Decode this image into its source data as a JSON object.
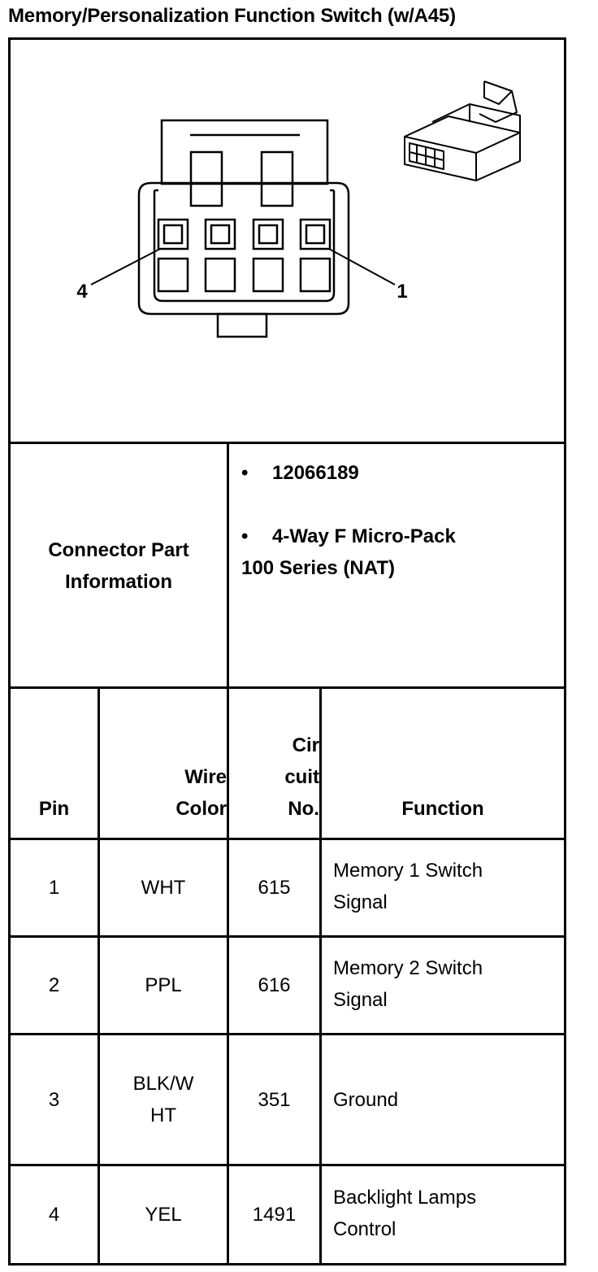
{
  "title": "Memory/Personalization Function Switch (w/A45)",
  "diagram": {
    "pin_label_left": "4",
    "pin_label_right": "1"
  },
  "part_info": {
    "label_line1": "Connector Part",
    "label_line2": "Information",
    "bullet": "•",
    "part_number": "12066189",
    "desc_line1": "4-Way F Micro-Pack",
    "desc_line2": "100 Series (NAT)"
  },
  "table": {
    "headers": {
      "pin": "Pin",
      "wire_line1": "Wire",
      "wire_line2": "Color",
      "cir_line1": "Cir",
      "cir_line2": "cuit",
      "cir_line3": "No.",
      "function": "Function"
    },
    "rows": [
      {
        "pin": "1",
        "wire": [
          "WHT"
        ],
        "circuit": "615",
        "function": [
          "Memory 1 Switch",
          "Signal"
        ]
      },
      {
        "pin": "2",
        "wire": [
          "PPL"
        ],
        "circuit": "616",
        "function": [
          "Memory 2 Switch",
          "Signal"
        ]
      },
      {
        "pin": "3",
        "wire": [
          "BLK/W",
          "HT"
        ],
        "circuit": "351",
        "function": [
          "Ground"
        ]
      },
      {
        "pin": "4",
        "wire": [
          "YEL"
        ],
        "circuit": "1491",
        "function": [
          "Backlight Lamps",
          "Control"
        ]
      }
    ]
  }
}
